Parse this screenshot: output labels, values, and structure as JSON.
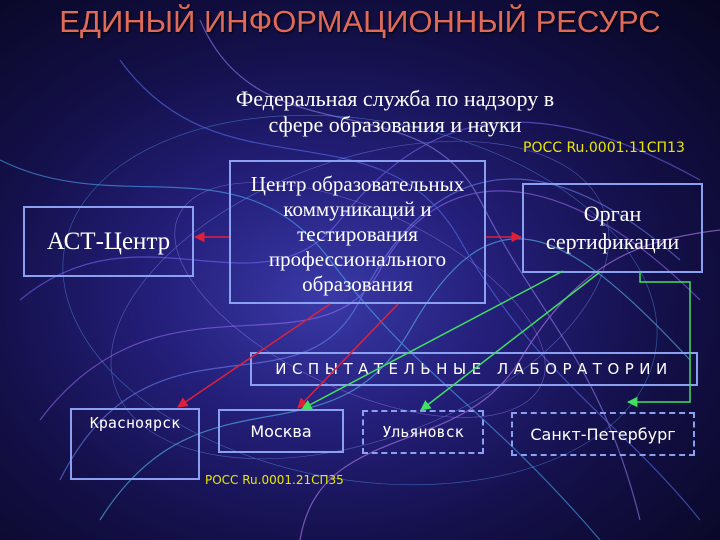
{
  "title": "ЕДИНЫЙ ИНФОРМАЦИОННЫЙ РЕСУРС",
  "federal_service": {
    "line1": "Федеральная служба по надзору в",
    "line2": "сфере образования и науки"
  },
  "cert_top": "РОСС Ru.0001.11СП13",
  "ast_center": "АСТ-Центр",
  "center": {
    "line1": "Центр образовательных",
    "line2": "коммуникаций и",
    "line3": "тестирования",
    "line4": "профессионального",
    "line5": "образования"
  },
  "organ": {
    "line1": "Орган",
    "line2": "сертификации"
  },
  "labs_title": "ИСПЫТАТЕЛЬНЫЕ ЛАБОРАТОРИИ",
  "cities": {
    "krasnoyarsk": "Красноярск",
    "moscow": "Москва",
    "ulyanovsk": "Ульяновск",
    "spb": "Санкт-Петербург"
  },
  "cert_bottom": "РОСС Ru.0001.21СП35",
  "colors": {
    "arrow_red": "#e0203a",
    "arrow_green": "#40e060",
    "box_border": "#8ba0f0",
    "cert_text": "#e8e800",
    "title": "#e06a5a"
  }
}
